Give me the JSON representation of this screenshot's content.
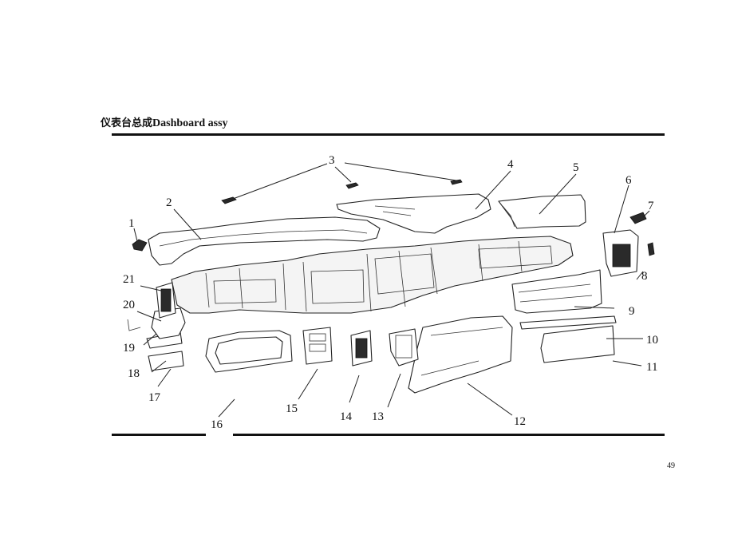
{
  "header": {
    "title_cn": "仪表台总成",
    "title_en": "Dashboard assy"
  },
  "page_number": "49",
  "callouts": [
    "1",
    "2",
    "3",
    "4",
    "5",
    "6",
    "7",
    "8",
    "9",
    "10",
    "11",
    "12",
    "13",
    "14",
    "15",
    "16",
    "17",
    "18",
    "19",
    "20",
    "21"
  ]
}
